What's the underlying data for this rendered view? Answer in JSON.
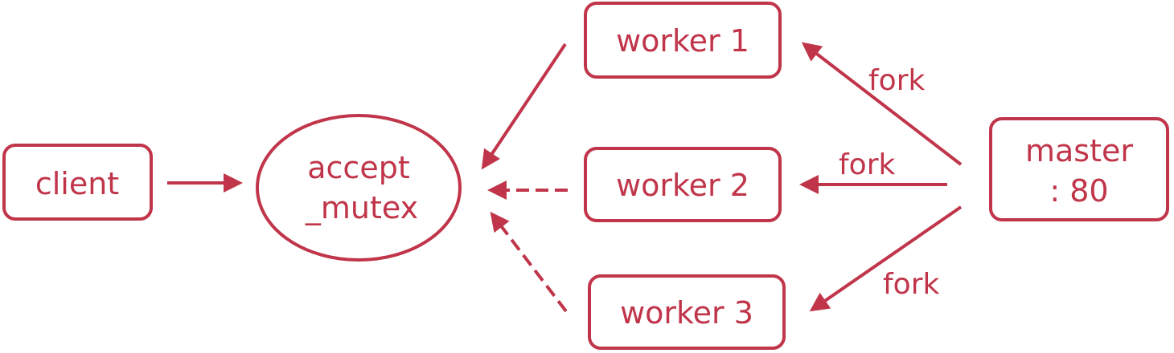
{
  "diagram": {
    "colors": {
      "stroke": "#c0354a",
      "text": "#c0354a",
      "background": "#ffffff"
    },
    "nodes": {
      "client": {
        "label": "client"
      },
      "accept_mutex": {
        "line1": "accept",
        "line2": "_mutex"
      },
      "worker1": {
        "label": "worker 1"
      },
      "worker2": {
        "label": "worker 2"
      },
      "worker3": {
        "label": "worker 3"
      },
      "master": {
        "line1": "master",
        "line2": ": 80"
      }
    },
    "edges": {
      "fork_worker1": {
        "label": "fork"
      },
      "fork_worker2": {
        "label": "fork"
      },
      "fork_worker3": {
        "label": "fork"
      }
    }
  }
}
